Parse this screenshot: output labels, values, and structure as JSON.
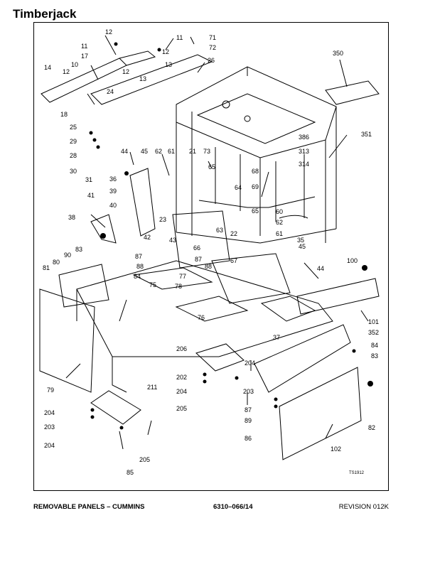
{
  "header": {
    "brand": "Timberjack"
  },
  "illustration": {
    "ref_code": "TS1912",
    "callouts": [
      "11",
      "12",
      "17",
      "11",
      "12",
      "71",
      "72",
      "14",
      "12",
      "10",
      "13",
      "12",
      "13",
      "26",
      "350",
      "24",
      "18",
      "25",
      "29",
      "28",
      "30",
      "31",
      "44",
      "45",
      "62",
      "61",
      "21",
      "73",
      "65",
      "386",
      "313",
      "314",
      "68",
      "69",
      "64",
      "65",
      "36",
      "39",
      "40",
      "41",
      "38",
      "23",
      "60",
      "62",
      "63",
      "22",
      "61",
      "35",
      "42",
      "43",
      "87",
      "88",
      "84",
      "83",
      "90",
      "80",
      "81",
      "66",
      "87",
      "45",
      "88",
      "67",
      "75",
      "77",
      "78",
      "76",
      "79",
      "206",
      "37",
      "100",
      "44",
      "202",
      "204",
      "205",
      "204",
      "203",
      "211",
      "204",
      "203",
      "204",
      "205",
      "85",
      "87",
      "89",
      "86",
      "84",
      "83",
      "82",
      "102",
      "101",
      "352",
      "351"
    ]
  },
  "footer": {
    "title": "REMOVABLE PANELS – CUMMINS",
    "doc_number": "6310–066/14",
    "revision": "REVISION 012K"
  }
}
